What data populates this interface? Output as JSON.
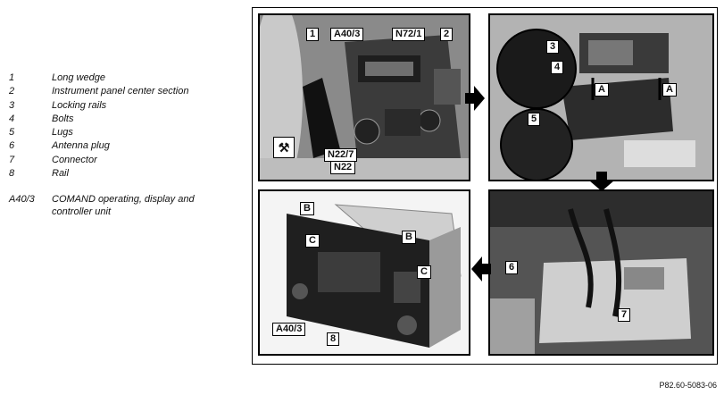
{
  "legend": {
    "items": [
      {
        "num": "1",
        "label": "Long wedge"
      },
      {
        "num": "2",
        "label": "Instrument panel center section"
      },
      {
        "num": "3",
        "label": "Locking rails"
      },
      {
        "num": "4",
        "label": "Bolts"
      },
      {
        "num": "5",
        "label": "Lugs"
      },
      {
        "num": "6",
        "label": "Antenna plug"
      },
      {
        "num": "7",
        "label": "Connector"
      },
      {
        "num": "8",
        "label": "Rail"
      }
    ],
    "component": {
      "code": "A40/3",
      "label": "COMAND operating, display and controller unit"
    }
  },
  "callouts": {
    "p1_1": "1",
    "p1_a403": "A40/3",
    "p1_n721": "N72/1",
    "p1_2": "2",
    "p1_n227": "N22/7",
    "p1_n22": "N22",
    "p2_3": "3",
    "p2_4": "4",
    "p2_a1": "A",
    "p2_a2": "A",
    "p2_5": "5",
    "p3_b1": "B",
    "p3_c1": "C",
    "p3_b2": "B",
    "p3_c2": "C",
    "p3_a403": "A40/3",
    "p3_8": "8",
    "p4_6": "6",
    "p4_7": "7"
  },
  "reference": "P82.60-5083-06",
  "icons": {
    "tool": "tool-icon"
  }
}
